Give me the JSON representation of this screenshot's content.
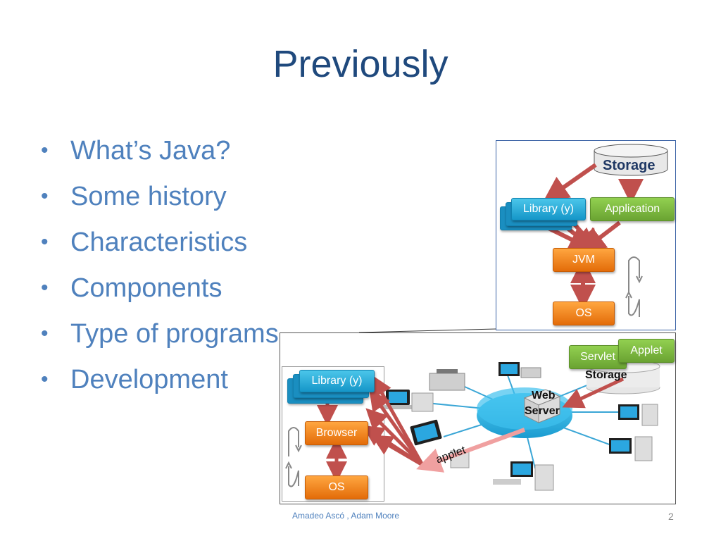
{
  "slide": {
    "title": "Previously",
    "bullets": [
      "What’s Java?",
      "Some history",
      "Characteristics",
      "Components",
      "Type of programs",
      "Development"
    ],
    "footer": "Amadeo Ascó , Adam Moore",
    "page_number": "2"
  },
  "top_diagram": {
    "storage": "Storage",
    "library": "Library (y)",
    "application": "Application",
    "jvm": "JVM",
    "os": "OS"
  },
  "bottom_diagram": {
    "library": "Library (y)",
    "browser": "Browser",
    "os": "OS",
    "servlet": "Servlet",
    "applet_box": "Applet",
    "storage": "Storage",
    "web_server": [
      "Web",
      "Server"
    ],
    "applet_label": "applet"
  },
  "colors": {
    "title": "#1f497d",
    "bullet_text": "#4f81bd",
    "tile_blue": "#1596c8",
    "tile_green": "#6aa332",
    "tile_orange": "#e36c09",
    "arrow_red": "#c0504d"
  }
}
